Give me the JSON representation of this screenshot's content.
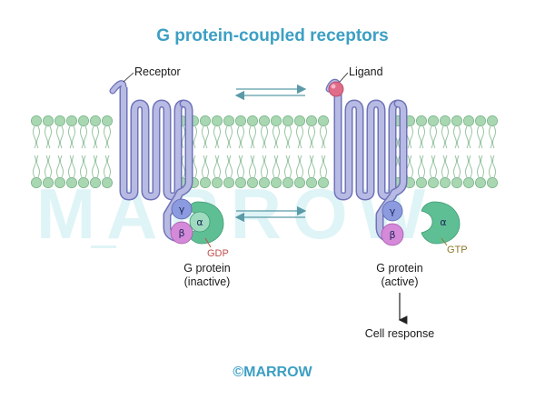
{
  "title": "G protein-coupled receptors",
  "watermark": "MARROW",
  "left_panel": {
    "receptor_label": "Receptor",
    "g_protein_label_line1": "G protein",
    "g_protein_label_line2": "(inactive)",
    "nucleotide_label": "GDP",
    "gamma": "γ",
    "beta": "β",
    "alpha": "α"
  },
  "right_panel": {
    "ligand_label": "Ligand",
    "g_protein_label_line1": "G protein",
    "g_protein_label_line2": "(active)",
    "nucleotide_label": "GTP",
    "gamma": "γ",
    "beta": "β",
    "alpha": "α",
    "response_label": "Cell response"
  },
  "copyright": "©MARROW",
  "colors": {
    "title": "#3c9fc4",
    "receptor": "#a9acd9",
    "membrane_head": "#a9d7b2",
    "gamma": "#8c9ae0",
    "beta": "#d58ad9",
    "alpha": "#5fbf94",
    "ligand": "#e06c8a",
    "gdp": "#c0504d",
    "gtp": "#8a7a2a",
    "arrow": "#5b9aa8"
  }
}
